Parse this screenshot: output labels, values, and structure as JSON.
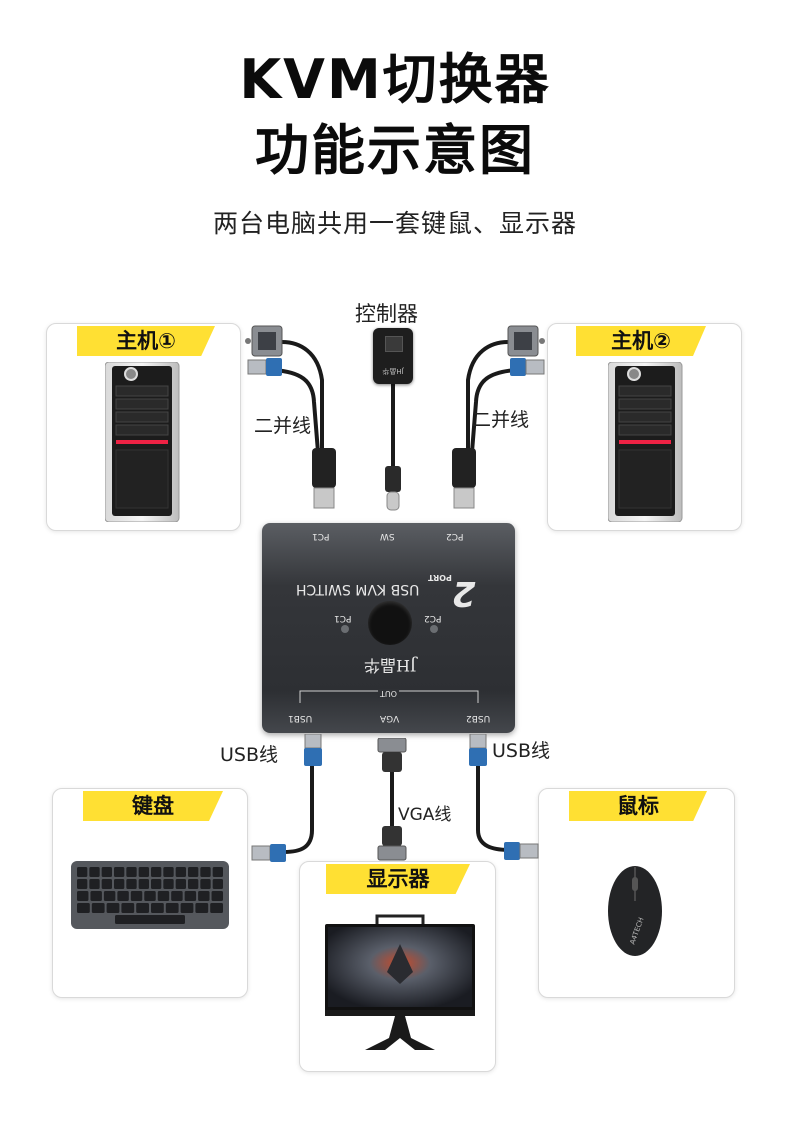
{
  "header": {
    "title_line1": "KVM切换器",
    "title_line2": "功能示意图",
    "subtitle": "两台电脑共用一套键鼠、显示器"
  },
  "labels": {
    "controller": "控制器",
    "cable_left": "二并线",
    "cable_right": "二并线",
    "usb_left": "USB线",
    "usb_right": "USB线",
    "vga": "VGA线"
  },
  "cards": {
    "host1": "主机①",
    "host2": "主机②",
    "keyboard": "键盘",
    "mouse": "鼠标",
    "monitor": "显示器"
  },
  "switch": {
    "port_pc1": "PC1",
    "port_sw": "SW",
    "port_pc2": "PC2",
    "model_number": "2",
    "model_port": "PORT",
    "model_name": "USB KVM SWITCH",
    "led_pc1": "PC1",
    "led_pc2": "PC2",
    "brand": "JH晶华",
    "out": "OUT",
    "port_usb1": "USB1",
    "port_vga": "VGA",
    "port_usb2": "USB2"
  },
  "controller_brand": "JH晶华",
  "mouse_brand": "A4TECH",
  "colors": {
    "tag_yellow": "#ffe033",
    "switch_body": "#2d2f33",
    "cable": "#1a1a1a"
  }
}
